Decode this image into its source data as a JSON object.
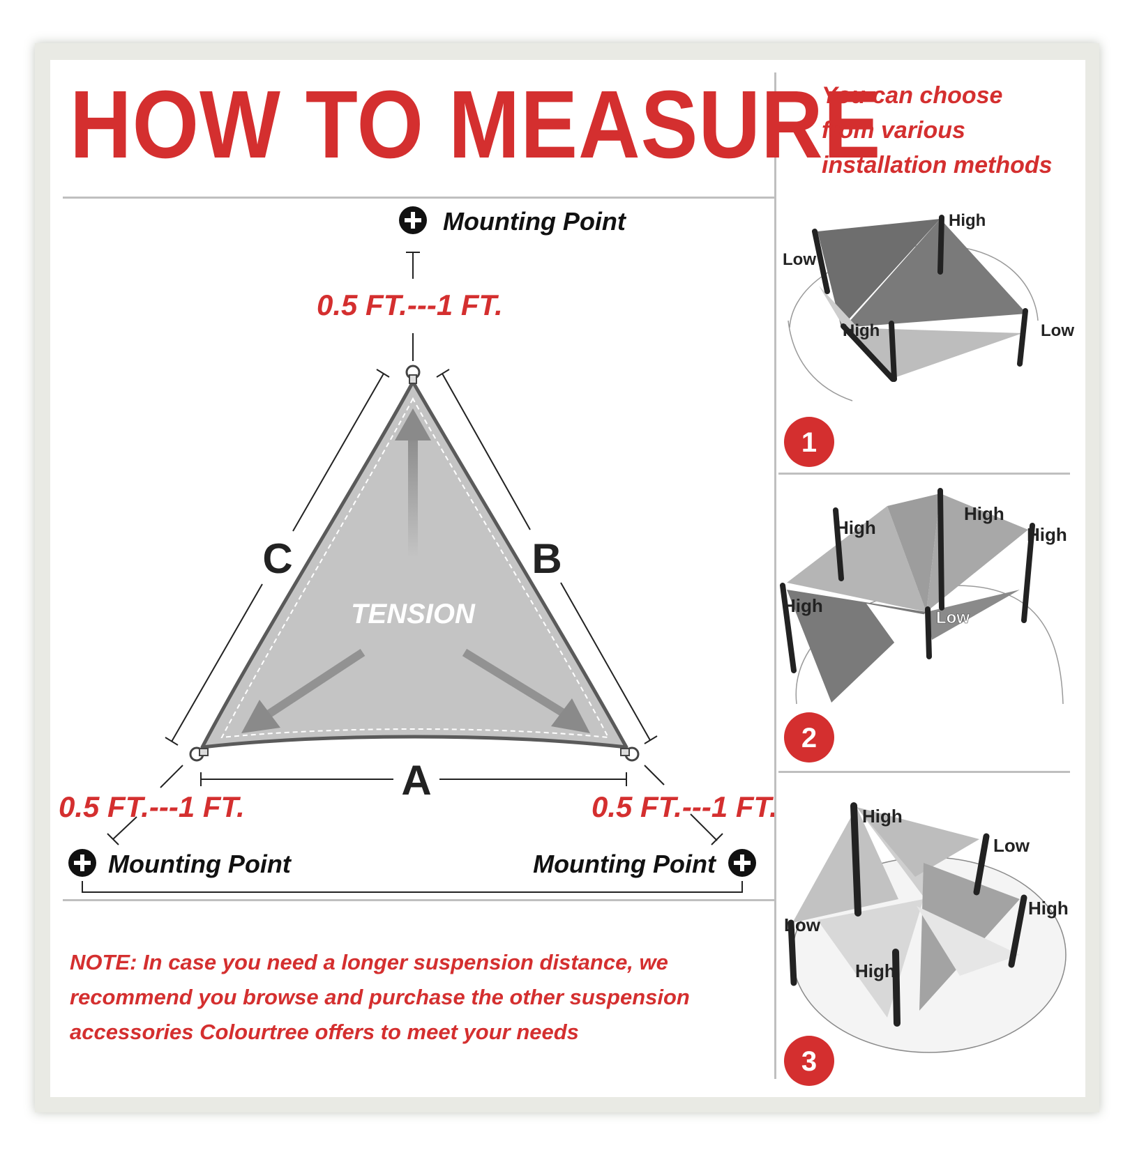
{
  "title": "HOW TO MEASURE",
  "side_heading": "You can choose from various installation methods",
  "diagram": {
    "mounting_label": "Mounting Point",
    "offset_label": "0.5 FT.---1 FT.",
    "side_a": "A",
    "side_b": "B",
    "side_c": "C",
    "tension_label": "TENSION"
  },
  "note": "NOTE: In case you need a longer suspension distance, we recommend you browse and purchase the other suspension accessories Colourtree offers to meet your needs",
  "methods": [
    {
      "number": "1",
      "labels": [
        "Low",
        "High",
        "High",
        "Low"
      ]
    },
    {
      "number": "2",
      "labels": [
        "High",
        "High",
        "High",
        "High",
        "Low"
      ]
    },
    {
      "number": "3",
      "labels": [
        "High",
        "Low",
        "High",
        "Low",
        "High"
      ]
    }
  ],
  "colors": {
    "accent_red": "#d42f2f",
    "sail_gray": "#c4c4c4",
    "dark_gray": "#6e6e6e",
    "ink": "#111111"
  }
}
